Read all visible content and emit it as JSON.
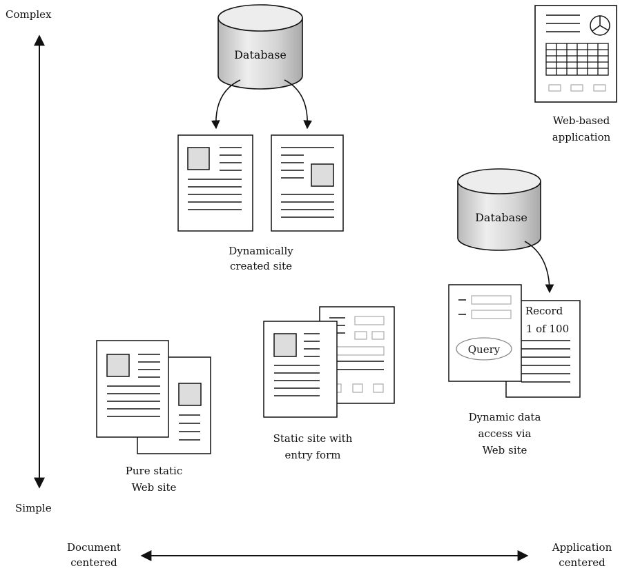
{
  "axes": {
    "top": "Complex",
    "bottom": "Simple",
    "left_line1": "Document",
    "left_line2": "centered",
    "right_line1": "Application",
    "right_line2": "centered"
  },
  "items": {
    "database_top": "Database",
    "dynamic_site": [
      "Dynamically",
      "created site"
    ],
    "web_app": [
      "Web-based",
      "application"
    ],
    "database_right": "Database",
    "record": [
      "Record",
      "1 of 100"
    ],
    "query": "Query",
    "dynamic_data": [
      "Dynamic data",
      "access via",
      "Web site"
    ],
    "pure_static": [
      "Pure static",
      "Web site"
    ],
    "static_form": [
      "Static site with",
      "entry form"
    ]
  }
}
